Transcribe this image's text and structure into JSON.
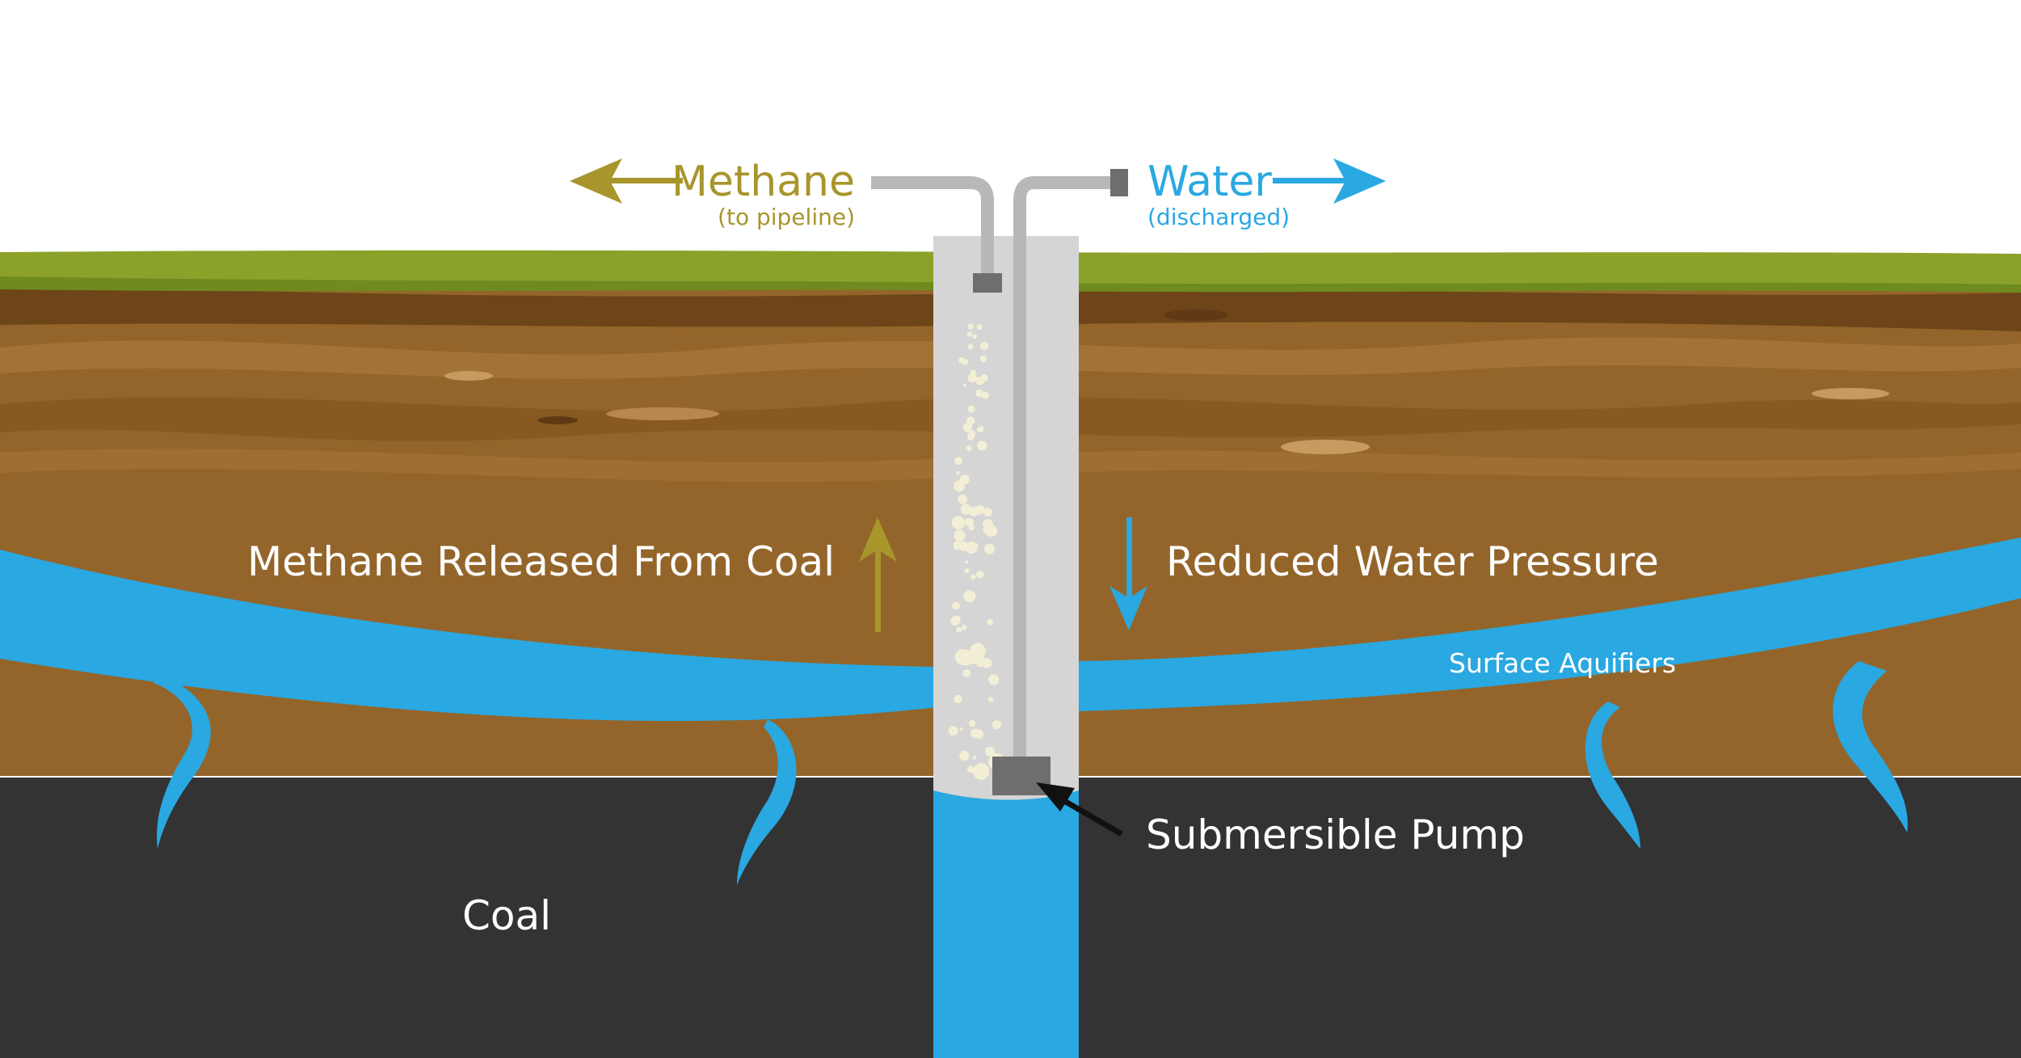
{
  "colors": {
    "sky": "#ffffff",
    "grass": "#8aa22a",
    "grass_dark": "#6f8a1f",
    "soil": "#94652a",
    "soil_light": "#a9773a",
    "soil_dark": "#6e4519",
    "coal": "#333333",
    "water": "#29a8e1",
    "methane": "#a8952b",
    "well_casing": "#d5d5d5",
    "pipe": "#b8b8b8",
    "pump": "#6e6e6e",
    "bubbles": "#f3efd6",
    "text_light": "#ffffff",
    "arrow_dark": "#111111"
  },
  "labels": {
    "methane_title": "Methane",
    "methane_sub": "(to pipeline)",
    "water_title": "Water",
    "water_sub": "(discharged)",
    "methane_released": "Methane Released From Coal",
    "reduced_pressure": "Reduced Water Pressure",
    "surface_aquifers": "Surface Aquifiers",
    "submersible_pump": "Submersible Pump",
    "coal": "Coal"
  },
  "icons": {
    "methane_out": "arrow-left-icon",
    "water_out": "arrow-right-icon",
    "methane_up": "arrow-up-icon",
    "pressure_down": "arrow-down-icon",
    "pump_pointer": "arrow-pointer-icon"
  }
}
